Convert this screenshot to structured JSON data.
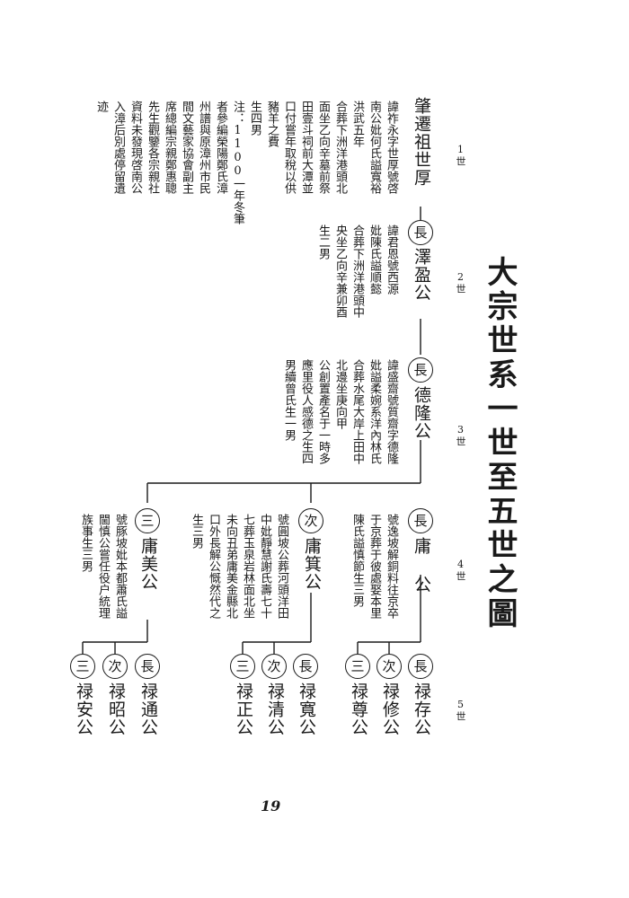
{
  "title": "大宗世系一世至五世之圖",
  "generations": [
    "1世",
    "2世",
    "3世",
    "4世",
    "5世"
  ],
  "page_number": "19",
  "ancestor": {
    "name": "肇遷祖世厚",
    "notes": [
      "諱祚永字世厚號啓",
      "南公妣何氏謚寬裕",
      "洪武五年",
      "合葬下洲洋港頭北",
      "面坐乙向辛墓前祭",
      "田壹斗祠前大潭並",
      "口付嘗年取稅以供",
      "豬羊之費",
      "生四男",
      "注：1100一年冬筆",
      "者參編榮陽鄭氏漳",
      "州譜與原漳州市民",
      "間文藝家協會副主",
      "席總編宗親鄭惠聰",
      "先生觀鑒各宗親社",
      "資料未發現啓南公",
      "入漳后別處停留遺",
      "迹"
    ]
  },
  "gen2": {
    "rank": "長",
    "name": "澤盈公",
    "notes": [
      "諱君恩號西源",
      "妣陳氏謚順懿",
      "合葬下洲洋港頭中",
      "央坐乙向辛兼卯酉",
      "生二男"
    ]
  },
  "gen3": {
    "rank": "長",
    "name": "德隆公",
    "notes": [
      "諱盛齋號質齋字德隆",
      "妣謚柔婉系洋內林氏",
      "合葬水尾大岸上田中",
      "北邊坐庚向甲",
      "公創置產名于一時多",
      "應里役人感德之生四",
      "男續曾氏生一男"
    ]
  },
  "gen4": [
    {
      "rank": "長",
      "name": "庸 公",
      "notes": [
        "號逸坡解銅料往京卒",
        "于京葬于彼處娶本里",
        "陳氏謚慎節生三男"
      ]
    },
    {
      "rank": "次",
      "name": "庸箕公",
      "notes": [
        "號圓坡公葬河頭洋田",
        "中妣靜慧謝氏壽七十",
        "七葬玉泉岩林面北坐",
        "未向丑弟庸美金縣北",
        "口外長解公慨然代之",
        "生三男"
      ]
    },
    {
      "rank": "三",
      "name": "庸美公",
      "notes": [
        "號豚坡妣本都蕭氏謚",
        "閫慎公嘗任役户統理",
        "族事生三男"
      ]
    }
  ],
  "gen5": [
    {
      "rank": "長",
      "name": "禄存公"
    },
    {
      "rank": "次",
      "name": "禄修公"
    },
    {
      "rank": "三",
      "name": "禄尊公"
    },
    {
      "rank": "長",
      "name": "禄寬公"
    },
    {
      "rank": "次",
      "name": "禄清公"
    },
    {
      "rank": "三",
      "name": "禄正公"
    },
    {
      "rank": "長",
      "name": "禄通公"
    },
    {
      "rank": "次",
      "name": "禄昭公"
    },
    {
      "rank": "三",
      "name": "禄安公"
    }
  ]
}
